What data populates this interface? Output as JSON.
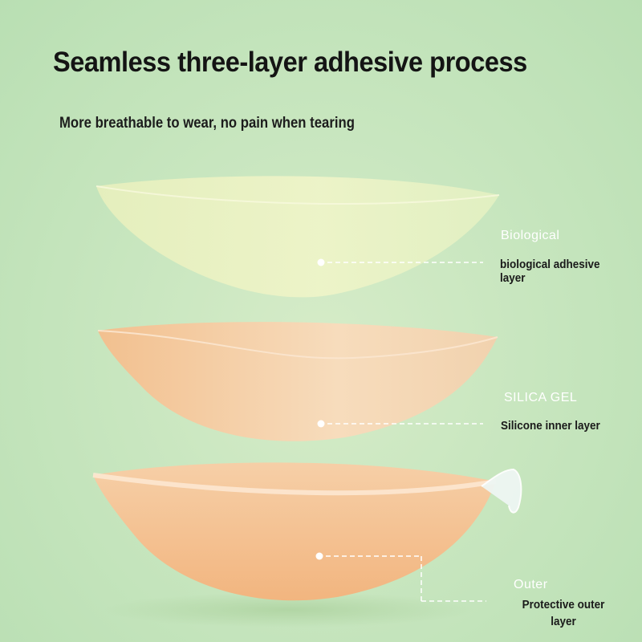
{
  "header": {
    "title": "Seamless three-layer adhesive process",
    "subtitle": "More breathable to wear, no pain when tearing"
  },
  "layers": [
    {
      "id": "biological",
      "tag": "Biological",
      "description": "biological adhesive layer",
      "color": "#eef3c4"
    },
    {
      "id": "silica",
      "tag": "SILICA GEL",
      "description": "Silicone inner layer",
      "color": "#f4c79a"
    },
    {
      "id": "outer",
      "tag": "Outer",
      "description_line1": "Protective outer",
      "description_line2": "layer",
      "color": "#f3c192"
    }
  ],
  "colors": {
    "background": "#c8e6bf",
    "title_text": "#141414",
    "callout_line": "#ffffff"
  }
}
